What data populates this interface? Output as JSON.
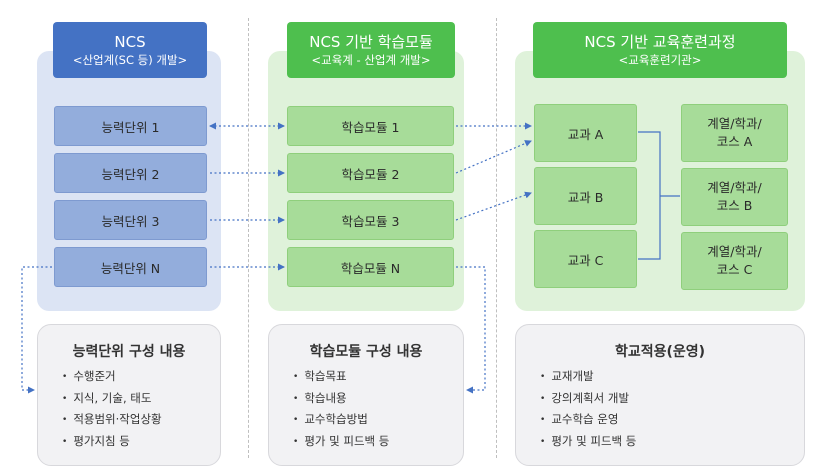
{
  "columns": [
    {
      "header_line1": "NCS",
      "header_line2": "<산업계(SC 등) 개발>",
      "items": [
        "능력단위 1",
        "능력단위 2",
        "능력단위 3",
        "능력단위 N"
      ],
      "panel_title": "능력단위 구성 내용",
      "panel_items": [
        "수행준거",
        "지식, 기술, 태도",
        "적용범위·작업상황",
        "평가지침 등"
      ]
    },
    {
      "header_line1": "NCS 기반 학습모듈",
      "header_line2": "<교육계 - 산업계 개발>",
      "items": [
        "학습모듈 1",
        "학습모듈 2",
        "학습모듈 3",
        "학습모듈 N"
      ],
      "panel_title": "학습모듈 구성 내용",
      "panel_items": [
        "학습목표",
        "학습내용",
        "교수학습방법",
        "평가 및 피드백 등"
      ]
    },
    {
      "header_line1": "NCS 기반 교육훈련과정",
      "header_line2": "<교육훈련기관>",
      "subjects": [
        "교과 A",
        "교과 B",
        "교과 C"
      ],
      "courses": [
        {
          "line1": "계열/학과/",
          "line2": "코스 A"
        },
        {
          "line1": "계열/학과/",
          "line2": "코스 B"
        },
        {
          "line1": "계열/학과/",
          "line2": "코스 C"
        }
      ],
      "panel_title": "학교적용(운영)",
      "panel_items": [
        "교재개발",
        "강의계획서 개발",
        "교수학습 운영",
        "평가 및 피드백 등"
      ]
    }
  ],
  "colors": {
    "ncs_header": "#4472c4",
    "ncs_bg": "#dce4f4",
    "ncs_box": "#93addc",
    "green_header": "#4ebf4e",
    "green_bg": "#dff2da",
    "green_box": "#a7dc99",
    "connector": "#4472c4"
  }
}
